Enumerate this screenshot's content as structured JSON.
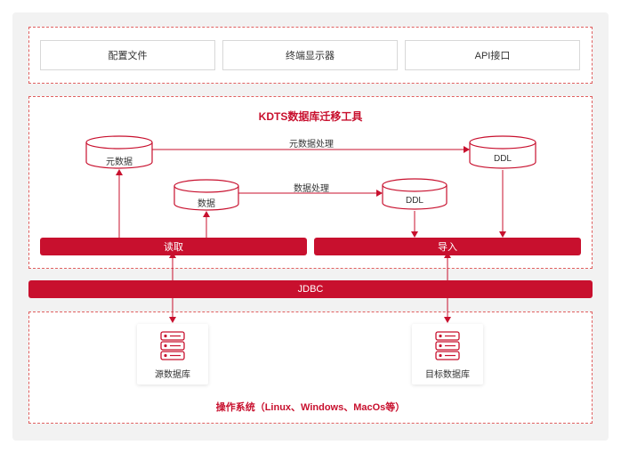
{
  "top_items": [
    "配置文件",
    "终端显示器",
    "API接口"
  ],
  "title": "KDTS数据库迁移工具",
  "cylinders": {
    "metadata": "元数据",
    "data": "数据",
    "ddl_small": "DDL",
    "ddl_large": "DDL"
  },
  "edges": {
    "metadata_process": "元数据处理",
    "data_process": "数据处理"
  },
  "bars": {
    "read": "读取",
    "import": "导入",
    "jdbc": "JDBC"
  },
  "databases": {
    "source": "源数据库",
    "target": "目标数据库"
  },
  "os_label": "操作系统（Linux、Windows、MacOs等）",
  "colors": {
    "accent": "#c8102e",
    "dashed_border": "#e06060",
    "background": "#f2f2f2"
  }
}
